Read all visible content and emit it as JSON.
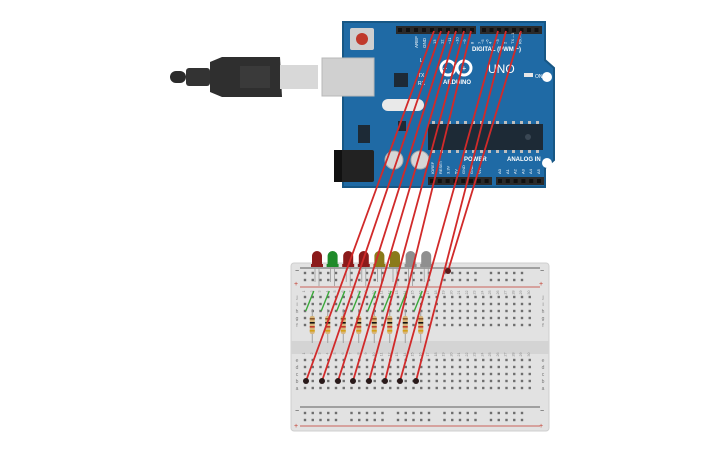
{
  "board": {
    "brand": "ARDUINO",
    "model": "UNO",
    "digital_label": "DIGITAL (PWM ~)",
    "power_label": "POWER",
    "analog_label": "ANALOG IN",
    "on_label": "ON",
    "tx_label": "TX",
    "rx_label": "RX",
    "l_label": "L",
    "aref_label": "AREF",
    "gnd_label": "GND",
    "digital_pins": [
      "13",
      "12",
      "~11",
      "~10",
      "~9",
      "8",
      "7",
      "~6",
      "~5",
      "4",
      "~3",
      "2",
      "TX→1",
      "RX←0"
    ],
    "power_pins": [
      "IOREF",
      "RESET",
      "3.3V",
      "5V",
      "GND",
      "GND",
      "Vin"
    ],
    "analog_pins": [
      "A0",
      "A1",
      "A2",
      "A3",
      "A4",
      "A5"
    ]
  },
  "breadboard": {
    "row_letters_top": [
      "j",
      "i",
      "h",
      "g",
      "f"
    ],
    "row_letters_bottom": [
      "e",
      "d",
      "c",
      "b",
      "a"
    ],
    "col_numbers": [
      "1",
      "2",
      "3",
      "4",
      "5",
      "6",
      "7",
      "8",
      "9",
      "10",
      "11",
      "12",
      "13",
      "14",
      "15",
      "16",
      "17",
      "18",
      "19",
      "20",
      "21",
      "22",
      "23",
      "24",
      "25",
      "26",
      "27",
      "28",
      "29",
      "30"
    ],
    "rail_minus": "−",
    "rail_plus": "+"
  },
  "components": {
    "leds": [
      {
        "id": "led-1",
        "color": "#8b1a1a"
      },
      {
        "id": "led-2",
        "color": "#1f8a2a"
      },
      {
        "id": "led-3",
        "color": "#8b1a1a"
      },
      {
        "id": "led-4",
        "color": "#8b1a1a"
      },
      {
        "id": "led-5",
        "color": "#8a7a1a"
      },
      {
        "id": "led-6",
        "color": "#8a7a1a"
      },
      {
        "id": "led-7",
        "color": "#8f8f8f"
      },
      {
        "id": "led-8",
        "color": "#8f8f8f"
      }
    ],
    "resistor_count": 8,
    "wire_color": "#d12a2a",
    "jumper_color": "#3aa83a"
  },
  "colors": {
    "board_blue": "#1f6aa5",
    "board_edge": "#175785",
    "breadboard": "#e2e2e2",
    "cable": "#2b2b2b"
  }
}
